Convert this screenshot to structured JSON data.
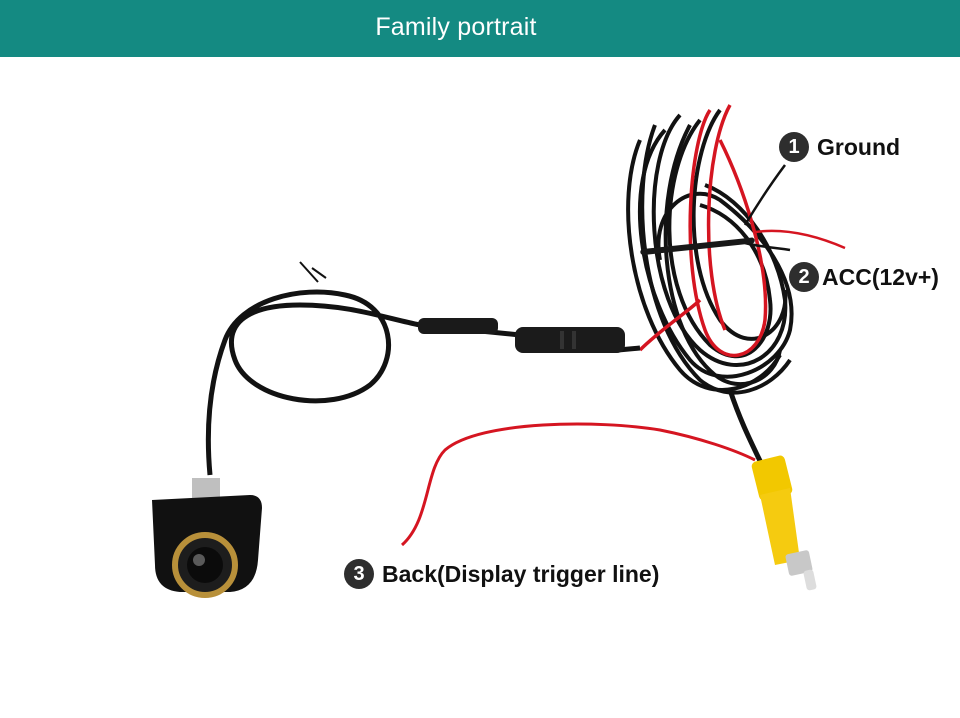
{
  "banner": {
    "title": "Family portrait",
    "background": "#148a82"
  },
  "callouts": [
    {
      "number": "1",
      "label": "Ground"
    },
    {
      "number": "2",
      "label": "ACC(12v+)"
    },
    {
      "number": "3",
      "label": "Back(Display trigger line)"
    }
  ],
  "colors": {
    "cable": "#111111",
    "power_wire": "#d51521",
    "rca_connector": "#f2c800",
    "camera_bezel": "#b8903a"
  }
}
